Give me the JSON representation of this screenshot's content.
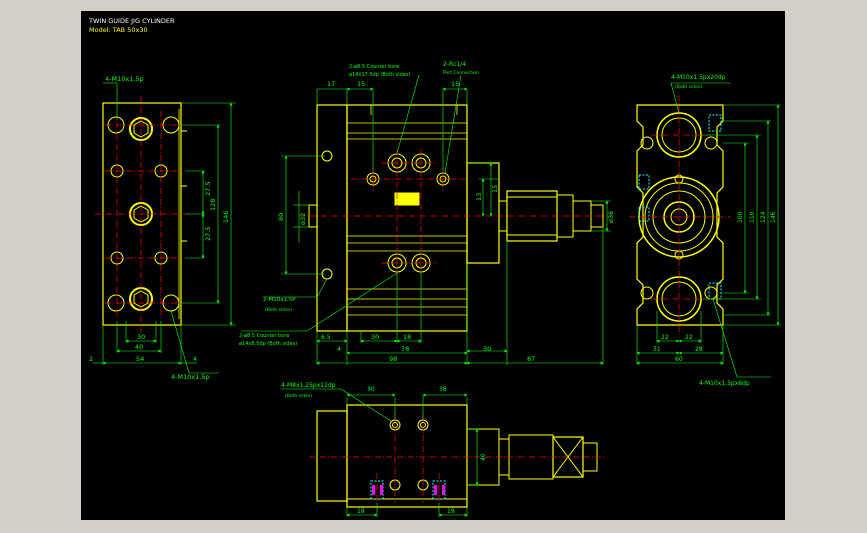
{
  "title": {
    "line1": "TWIN GUIDE JIG CYLINDER",
    "line2": "Model: TAB 50x30"
  },
  "colors": {
    "background": "#000000",
    "outline": "#ffff00",
    "dimension": "#00ff00",
    "centerline": "#ff0000",
    "hidden": "#00ffff",
    "hatch": "#ff00ff",
    "frame": "#d4d0c8"
  },
  "left_view": {
    "callout_top": "4-M10x1.5p",
    "callout_bottom": "4-M10x1.5p",
    "dims_vertical": [
      "27.5",
      "27.5",
      "128",
      "146"
    ],
    "dims_horizontal": [
      "30",
      "40",
      "54"
    ],
    "dim_left": "2",
    "dim_right": "4"
  },
  "front_view": {
    "dim_top_17": "17",
    "dim_top_15a": "15",
    "dim_top_15b": "15",
    "callout_counterbore_top": "2-ø8.5 Counter bore",
    "callout_counterbore_top_sub": "ø14x17.5dp (Both sides)",
    "callout_port": "2-Rc1/4",
    "callout_port_sub": "Port Connection",
    "dims_left": [
      "80",
      "ø32"
    ],
    "dims_right": [
      "13",
      "15",
      "ø36"
    ],
    "callout_tap": "2-M10x1.5P",
    "callout_tap_sub": "(Both sides)",
    "callout_counterbore_bottom": "2-ø8.5 Counter bore",
    "callout_counterbore_bottom_sub": "ø14x8.5dp (Both sides)",
    "dims_bottom_small": [
      "6.5",
      "30",
      "18"
    ],
    "dim_4": "4",
    "dim_78": "78",
    "dim_98": "98",
    "dim_30": "30",
    "dim_87": "87"
  },
  "right_view": {
    "callout_top": "4-M10x1.5px20dp",
    "callout_top_sub": "(Both sides)",
    "dims_vertical": [
      "100",
      "110",
      "124",
      "146"
    ],
    "dims_bottom": [
      "22",
      "22",
      "31",
      "28",
      "60"
    ],
    "callout_bottom": "4-M10x1.5px8dp"
  },
  "bottom_view": {
    "callout": "4-M8x1.25px12dp",
    "callout_sub": "(Both sides)",
    "dims_top": [
      "30",
      "38"
    ],
    "dim_vertical": "40",
    "dims_bottom": [
      "19",
      "19"
    ]
  }
}
